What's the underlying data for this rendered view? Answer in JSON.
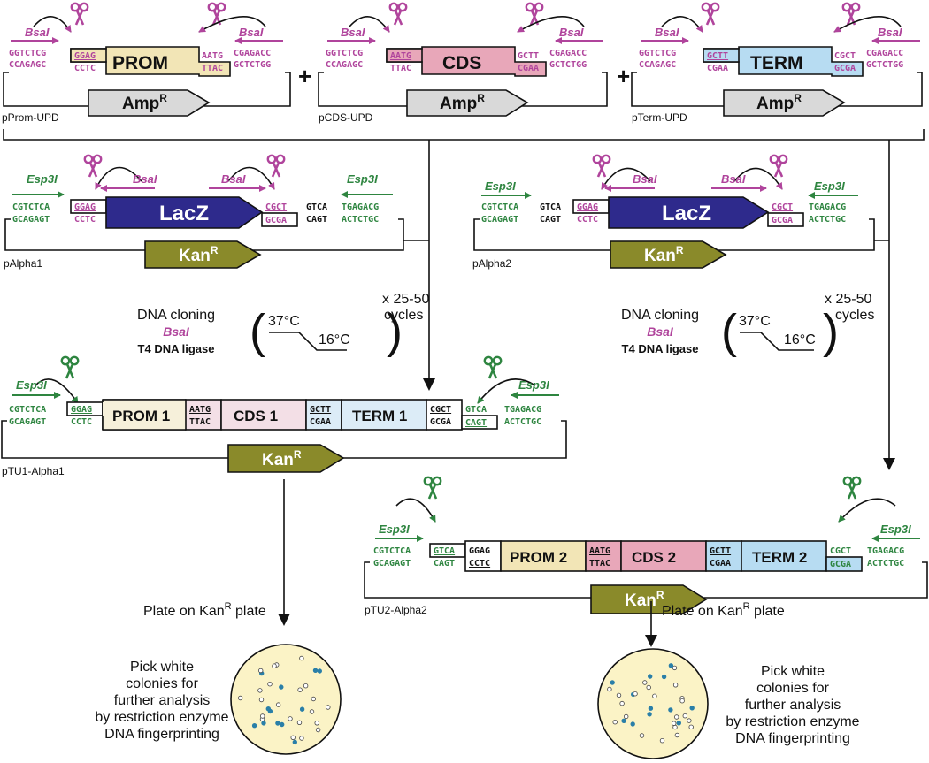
{
  "colors": {
    "bsai_magenta": "#b0449c",
    "esp3i_green": "#2e8540",
    "prom_fill": "#f2e5b6",
    "cds_fill": "#e8a7b9",
    "term_fill": "#b7dcf2",
    "lacz_fill": "#2e2a8c",
    "kan_fill": "#8a8a2a",
    "amp_fill": "#d9d9d9",
    "plate_fill": "#fbf3c6",
    "colony_blue": "#2a7fa8"
  },
  "icons": [
    "scissors-icon",
    "arrow-right-icon",
    "arrow-left-icon",
    "arrow-down-icon",
    "petri-dish-icon"
  ],
  "enzymes": {
    "bsai": "BsaI",
    "esp3i": "Esp3I"
  },
  "upd": [
    {
      "plasmid": "pProm-UPD",
      "part": "PROM",
      "marker": "Amp",
      "sup": "R",
      "seq_top": "GGTCTCG",
      "seq_bot": "CCAGAGC",
      "oh_left_top": "GGAG",
      "oh_left_bot": "CCTC",
      "oh_right_top": "AATG",
      "oh_right_bot": "TTAC",
      "right_top": "CGAGACC",
      "right_bot": "GCTCTGG"
    },
    {
      "plasmid": "pCDS-UPD",
      "part": "CDS",
      "marker": "Amp",
      "sup": "R",
      "seq_top": "GGTCTCG",
      "seq_bot": "CCAGAGC",
      "oh_left_top": "AATG",
      "oh_left_bot": "TTAC",
      "oh_right_top": "GCTT",
      "oh_right_bot": "CGAA",
      "right_top": "CGAGACC",
      "right_bot": "GCTCTGG"
    },
    {
      "plasmid": "pTerm-UPD",
      "part": "TERM",
      "marker": "Amp",
      "sup": "R",
      "seq_top": "GGTCTCG",
      "seq_bot": "CCAGAGC",
      "oh_left_top": "GCTT",
      "oh_left_bot": "CGAA",
      "oh_right_top": "CGCT",
      "oh_right_bot": "GCGA",
      "right_top": "CGAGACC",
      "right_bot": "GCTCTGG"
    }
  ],
  "plus": "+",
  "alpha": [
    {
      "plasmid": "pAlpha1",
      "part": "LacZ",
      "marker": "Kan",
      "sup": "R",
      "left_top": "CGTCTCA",
      "left_bot": "GCAGAGT",
      "oh_left_top": "GGAG",
      "oh_left_bot": "CCTC",
      "oh_right_top": "CGCT",
      "oh_right_bot": "GCGA",
      "mid_top": "GTCA",
      "mid_bot": "CAGT",
      "right_top": "TGAGACG",
      "right_bot": "ACTCTGC"
    },
    {
      "plasmid": "pAlpha2",
      "part": "LacZ",
      "marker": "Kan",
      "sup": "R",
      "left_top": "CGTCTCA",
      "left_bot": "GCAGAGT",
      "mid_top": "GTCA",
      "mid_bot": "CAGT",
      "oh_left_top": "GGAG",
      "oh_left_bot": "CCTC",
      "oh_right_top": "CGCT",
      "oh_right_bot": "GCGA",
      "right_top": "TGAGACG",
      "right_bot": "ACTCTGC"
    }
  ],
  "cloning": {
    "title": "DNA cloning",
    "enzyme": "BsaI",
    "ligase": "T4 DNA ligase",
    "temp_high": "37°C",
    "temp_low": "16°C",
    "cycles_top": "x 25-50",
    "cycles_bot": "cycles"
  },
  "tu1": {
    "plasmid": "pTU1-Alpha1",
    "marker": "Kan",
    "sup": "R",
    "left_top": "CGTCTCA",
    "left_bot": "GCAGAGT",
    "oh1_top": "GGAG",
    "oh1_bot": "CCTC",
    "prom": "PROM 1",
    "oh2_top": "AATG",
    "oh2_bot": "TTAC",
    "cds": "CDS 1",
    "oh3_top": "GCTT",
    "oh3_bot": "CGAA",
    "term": "TERM 1",
    "oh4_top": "CGCT",
    "oh4_bot": "GCGA",
    "oh5_top": "GTCA",
    "oh5_bot": "CAGT",
    "right_top": "TGAGACG",
    "right_bot": "ACTCTGC"
  },
  "tu2": {
    "plasmid": "pTU2-Alpha2",
    "marker": "Kan",
    "sup": "R",
    "left_top": "CGTCTCA",
    "left_bot": "GCAGAGT",
    "oh0_top": "GTCA",
    "oh0_bot": "CAGT",
    "oh1_top": "GGAG",
    "oh1_bot": "CCTC",
    "prom": "PROM 2",
    "oh2_top": "AATG",
    "oh2_bot": "TTAC",
    "cds": "CDS 2",
    "oh3_top": "GCTT",
    "oh3_bot": "CGAA",
    "term": "TERM 2",
    "oh4_top": "CGCT",
    "oh4_bot": "GCGA",
    "right_top": "TGAGACG",
    "right_bot": "ACTCTGC"
  },
  "plate": {
    "label": "Plate on Kan",
    "sup": "R",
    "label_tail": " plate"
  },
  "pick": [
    "Pick white",
    "colonies for",
    "further analysis",
    "by restriction enzyme",
    "DNA fingerprinting"
  ]
}
